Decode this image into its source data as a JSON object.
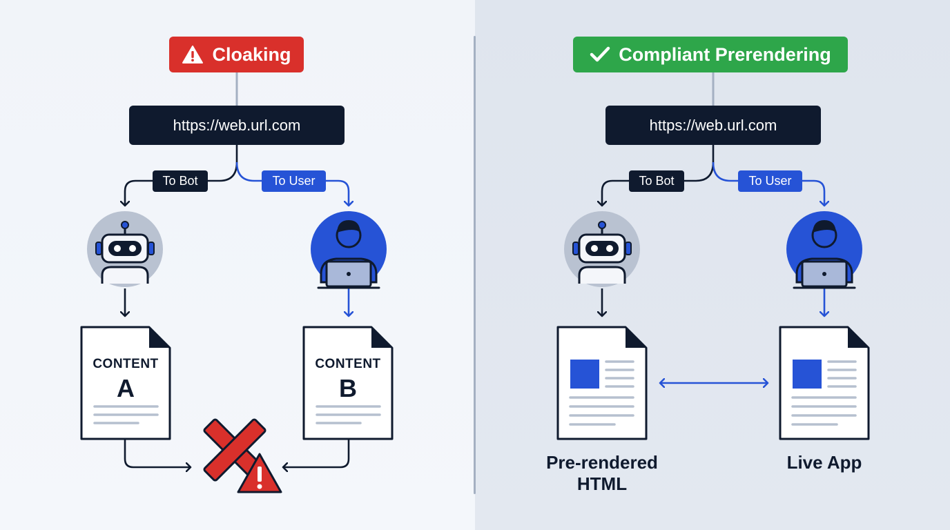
{
  "left": {
    "title": "Cloaking",
    "url": "https://web.url.com",
    "to_bot": "To Bot",
    "to_user": "To User",
    "doc_a_label": "CONTENT",
    "doc_a_letter": "A",
    "doc_b_label": "CONTENT",
    "doc_b_letter": "B",
    "accent": "#d9302b"
  },
  "right": {
    "title": "Compliant Prerendering",
    "url": "https://web.url.com",
    "to_bot": "To Bot",
    "to_user": "To User",
    "caption_left_line1": "Pre-rendered",
    "caption_left_line2": "HTML",
    "caption_right": "Live App",
    "accent": "#2ea64a"
  },
  "colors": {
    "navy": "#0f1a2e",
    "blue": "#2653d6",
    "red": "#d9302b",
    "green": "#2ea64a"
  },
  "icons": [
    "warning-icon",
    "checkmark-icon",
    "robot-icon",
    "user-laptop-icon",
    "document-icon",
    "red-x-icon",
    "alert-triangle-icon",
    "double-arrow-icon"
  ]
}
